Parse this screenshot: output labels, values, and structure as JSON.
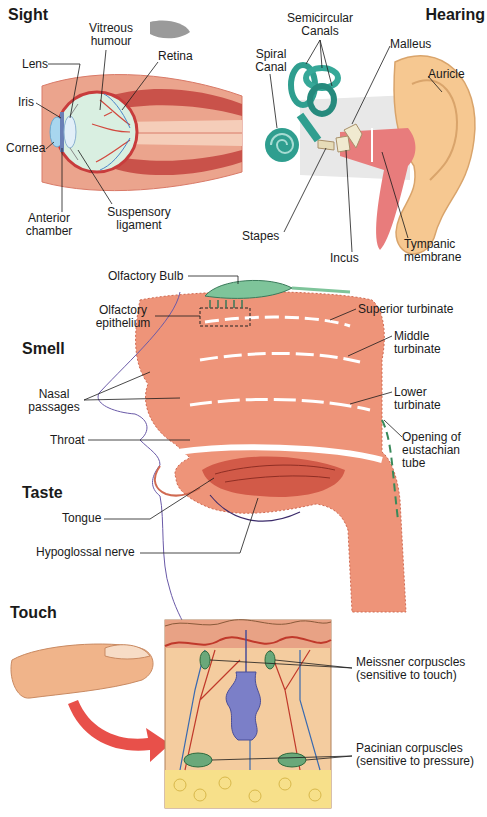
{
  "diagram": {
    "labels": [
      "Sight",
      "Vitreous humour",
      "Lens",
      "Retina",
      "Iris",
      "Cornea",
      "Anterior chamber",
      "Suspensory ligament",
      "Hearing",
      "Semicircular Canals",
      "Spiral Canal",
      "Malleus",
      "Auricle",
      "Stapes",
      "Incus",
      "Tympanic membrane",
      "Olfactory Bulb",
      "Olfactory epithelium",
      "Superior turbinate",
      "Smell",
      "Middle turbinate",
      "Nasal passages",
      "Lower turbinate",
      "Throat",
      "Opening of eustachian tube",
      "Taste",
      "Tongue",
      "Hypoglossal nerve",
      "Touch",
      "Meissner corpuscles (sensitive to touch)",
      "Pacinian corpuscles (sensitive to pressure)"
    ]
  }
}
